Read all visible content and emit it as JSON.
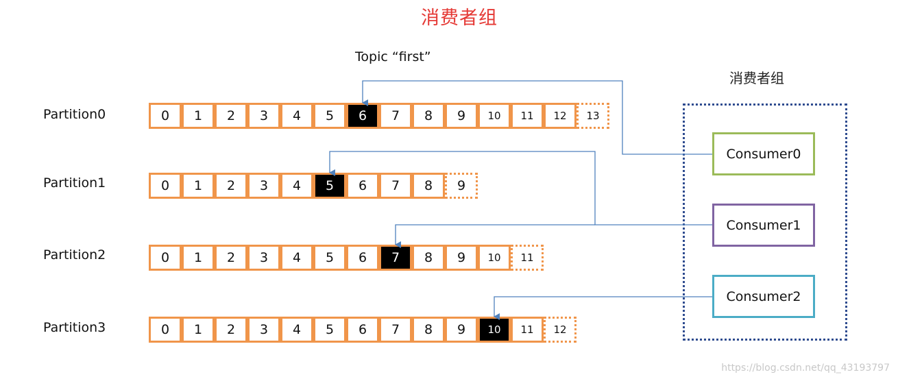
{
  "title": "消费者组",
  "topic_label": "Topic “first”",
  "group_label": "消费者组",
  "partitions": [
    {
      "label": "Partition0",
      "offsets": [
        "0",
        "1",
        "2",
        "3",
        "4",
        "5",
        "6",
        "7",
        "8",
        "9",
        "10",
        "11",
        "12",
        "13"
      ],
      "active": "6",
      "pending": "13"
    },
    {
      "label": "Partition1",
      "offsets": [
        "0",
        "1",
        "2",
        "3",
        "4",
        "5",
        "6",
        "7",
        "8",
        "9"
      ],
      "active": "5",
      "pending": "9"
    },
    {
      "label": "Partition2",
      "offsets": [
        "0",
        "1",
        "2",
        "3",
        "4",
        "5",
        "6",
        "7",
        "8",
        "9",
        "10",
        "11"
      ],
      "active": "7",
      "pending": "11"
    },
    {
      "label": "Partition3",
      "offsets": [
        "0",
        "1",
        "2",
        "3",
        "4",
        "5",
        "6",
        "7",
        "8",
        "9",
        "10",
        "11",
        "12"
      ],
      "active": "10",
      "pending": "12"
    }
  ],
  "consumers": [
    {
      "name": "Consumer0",
      "border_color": "#9bbb59"
    },
    {
      "name": "Consumer1",
      "border_color": "#8064a2"
    },
    {
      "name": "Consumer2",
      "border_color": "#4bacc6"
    }
  ],
  "colors": {
    "title": "#e53935",
    "cell_border": "#f0954a",
    "active_cell": "#000000",
    "group_border": "#2e4b8f",
    "connector": "#4f81bd"
  },
  "watermark": "https://blog.csdn.net/qq_43193797"
}
